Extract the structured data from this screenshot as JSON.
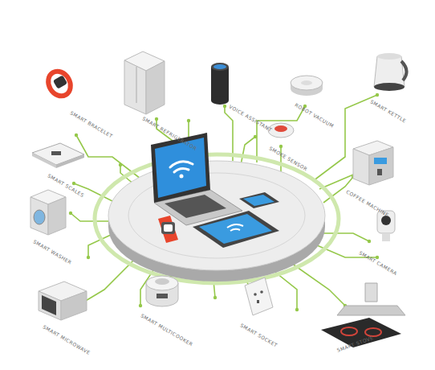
{
  "diagram": {
    "labels": [
      "SMART BRACELET",
      "SMART REFRIGERATOR",
      "VOICE ASSISTANT",
      "ROBOT VACUUM",
      "SMART KETTLE",
      "SMOKE SENSOR",
      "COFFEE MACHINE",
      "SMART SCALES",
      "SMART WASHER",
      "SMART CAMERA",
      "SMART MICROWAVE",
      "SMART MULTICOOKER",
      "SMART SOCKET",
      "SMART STOVE"
    ]
  }
}
